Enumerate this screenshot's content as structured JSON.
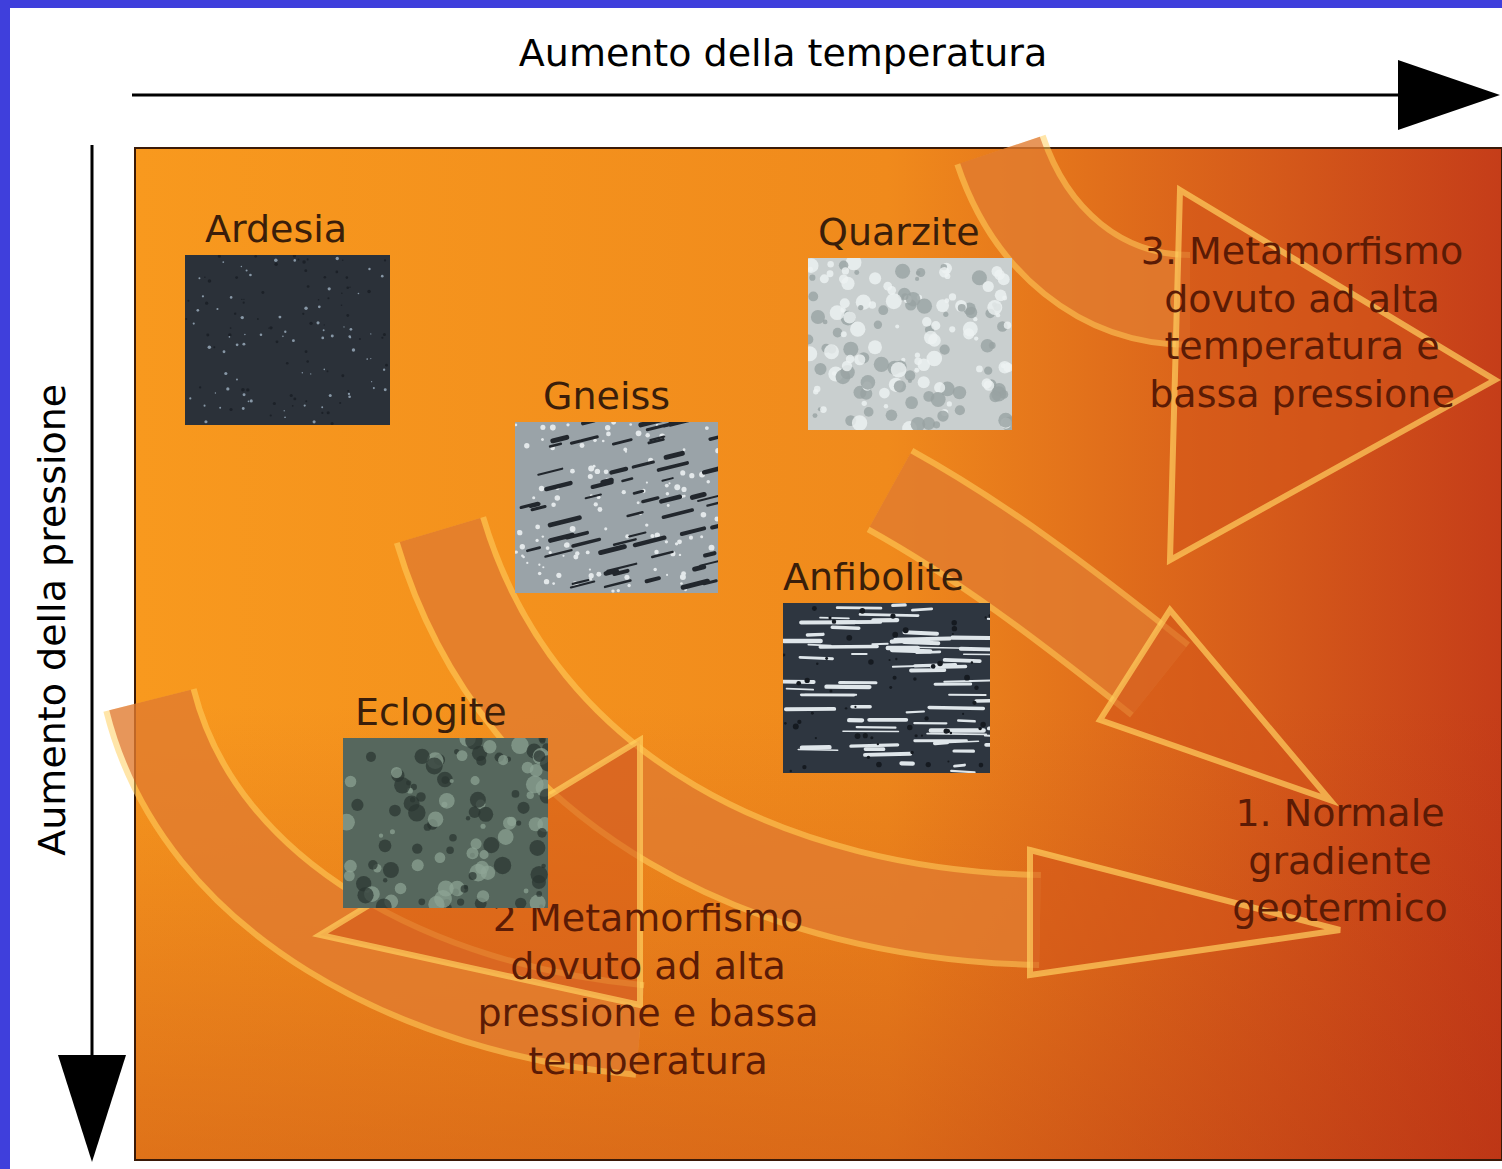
{
  "diagram": {
    "nodes": [
      {
        "text": [
          "Ardesia"
        ]
      },
      {
        "text": [
          "Quarzite"
        ]
      },
      {
        "text": [
          "Gneiss"
        ]
      },
      {
        "text": [
          "Anfibolite"
        ]
      },
      {
        "text": [
          "Eclogite"
        ]
      }
    ],
    "labels": [
      "Aumento della temperatura",
      "Aumento della pressione",
      "3. Metamorfismo dovuto ad alta temperatura e bassa pressione",
      "1. Normale gradiente geotermico",
      "2 Metamorfismo dovuto ad alta pressione e bassa temperatura"
    ]
  }
}
